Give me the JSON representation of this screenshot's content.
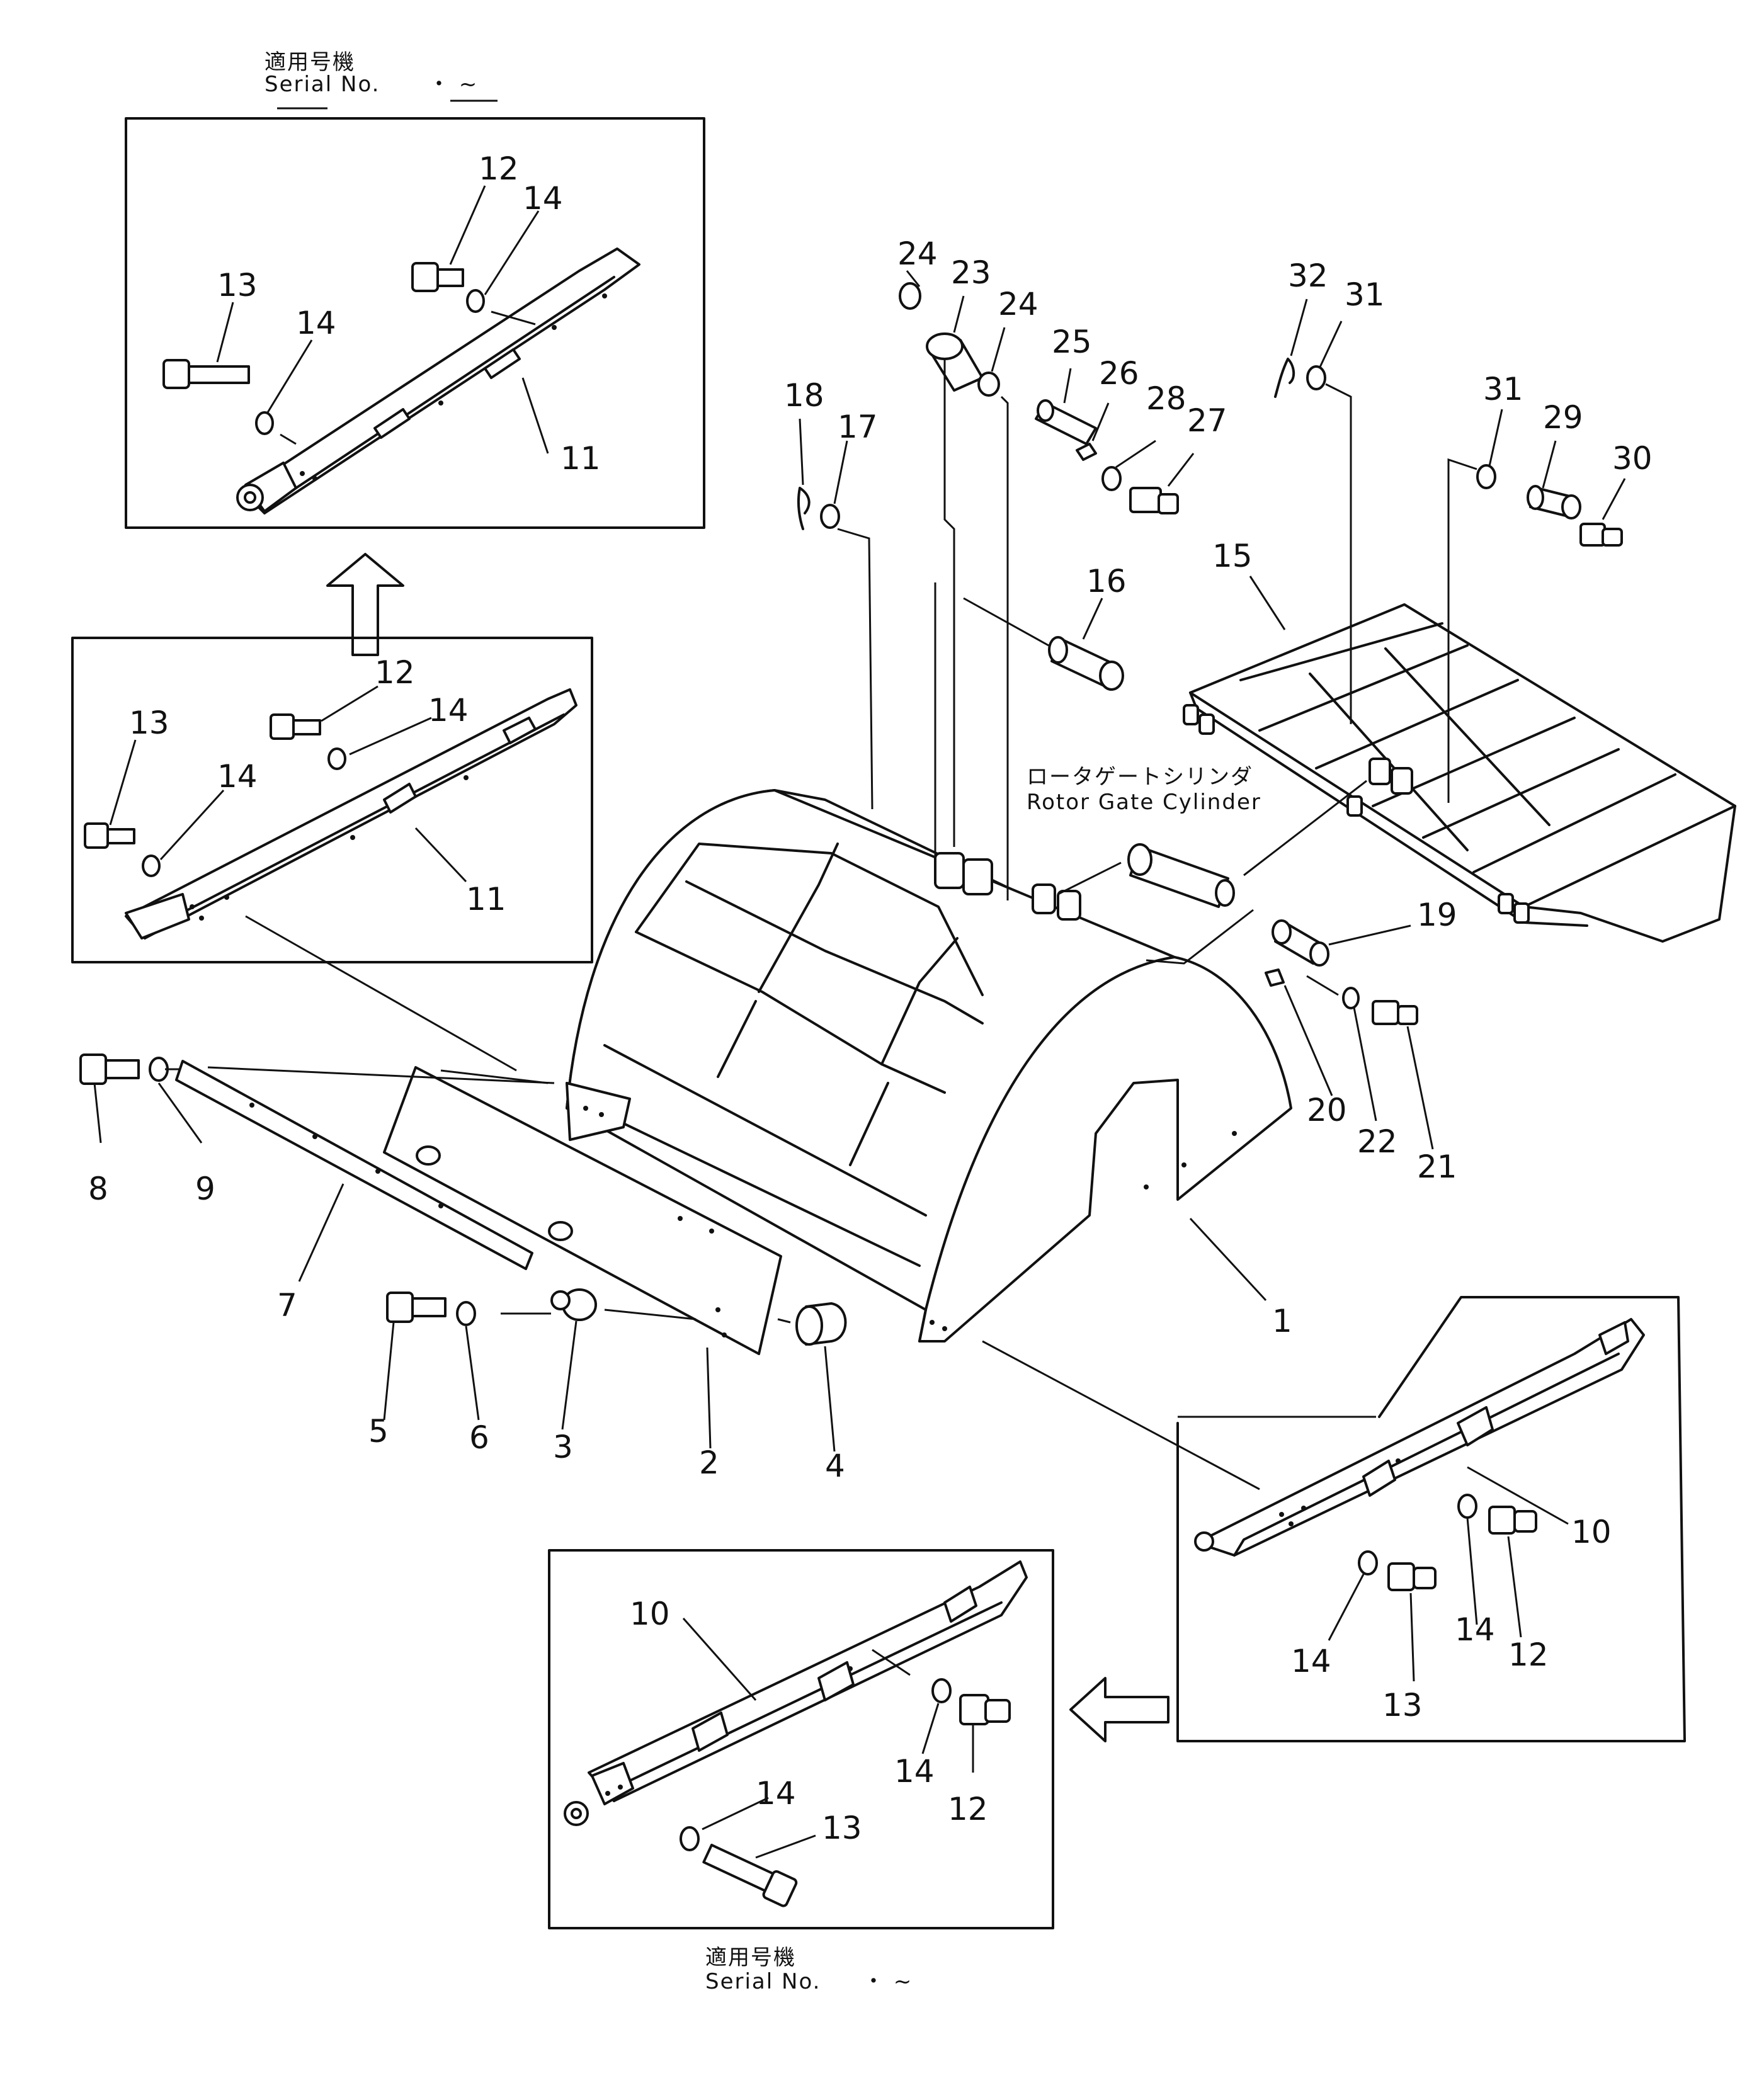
{
  "serial_top": {
    "jp": "適用号機",
    "en": "Serial No.",
    "range": "・ ~"
  },
  "serial_bottom": {
    "jp": "適用号機",
    "en": "Serial No.",
    "range": "・ ~"
  },
  "cylinder_label": {
    "jp": "ロータゲートシリンダ",
    "en": "Rotor Gate Cylinder"
  },
  "callouts": {
    "c1": "1",
    "c2": "2",
    "c3": "3",
    "c4": "4",
    "c5": "5",
    "c6": "6",
    "c7": "7",
    "c8": "8",
    "c9": "9",
    "c10": "10",
    "c11": "11",
    "c12": "12",
    "c13": "13",
    "c14": "14",
    "c15": "15",
    "c16": "16",
    "c17": "17",
    "c18": "18",
    "c19": "19",
    "c20": "20",
    "c21": "21",
    "c22": "22",
    "c23": "23",
    "c24": "24",
    "c25": "25",
    "c26": "26",
    "c27": "27",
    "c28": "28",
    "c29": "29",
    "c30": "30",
    "c31": "31",
    "c32": "32"
  },
  "icons": [
    "arrow-up-icon",
    "arrow-left-icon"
  ]
}
